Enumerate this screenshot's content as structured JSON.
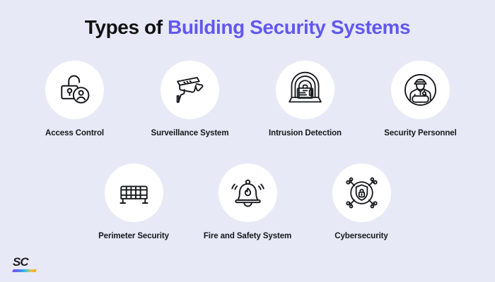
{
  "background_color": "#e7eaf6",
  "accent_color": "#6257f0",
  "title": {
    "lead": "Types of ",
    "highlight": "Building Security Systems"
  },
  "rows": [
    {
      "items": [
        {
          "label": "Access Control",
          "icon": "open-padlock-user-icon"
        },
        {
          "label": "Surveillance System",
          "icon": "cctv-camera-icon"
        },
        {
          "label": "Intrusion Detection",
          "icon": "baggage-scanner-icon"
        },
        {
          "label": "Security Personnel",
          "icon": "security-guard-icon"
        }
      ]
    },
    {
      "items": [
        {
          "label": "Perimeter Security",
          "icon": "barrier-fence-icon"
        },
        {
          "label": "Fire and Safety System",
          "icon": "fire-alarm-bell-icon"
        },
        {
          "label": "Cybersecurity",
          "icon": "shield-lock-circuit-icon"
        }
      ]
    }
  ],
  "logo": {
    "text": "SC",
    "gradient_colors": [
      "#7d4bf0",
      "#4a7ef5",
      "#32c8e0",
      "#f5c542",
      "#f59f1b"
    ]
  }
}
